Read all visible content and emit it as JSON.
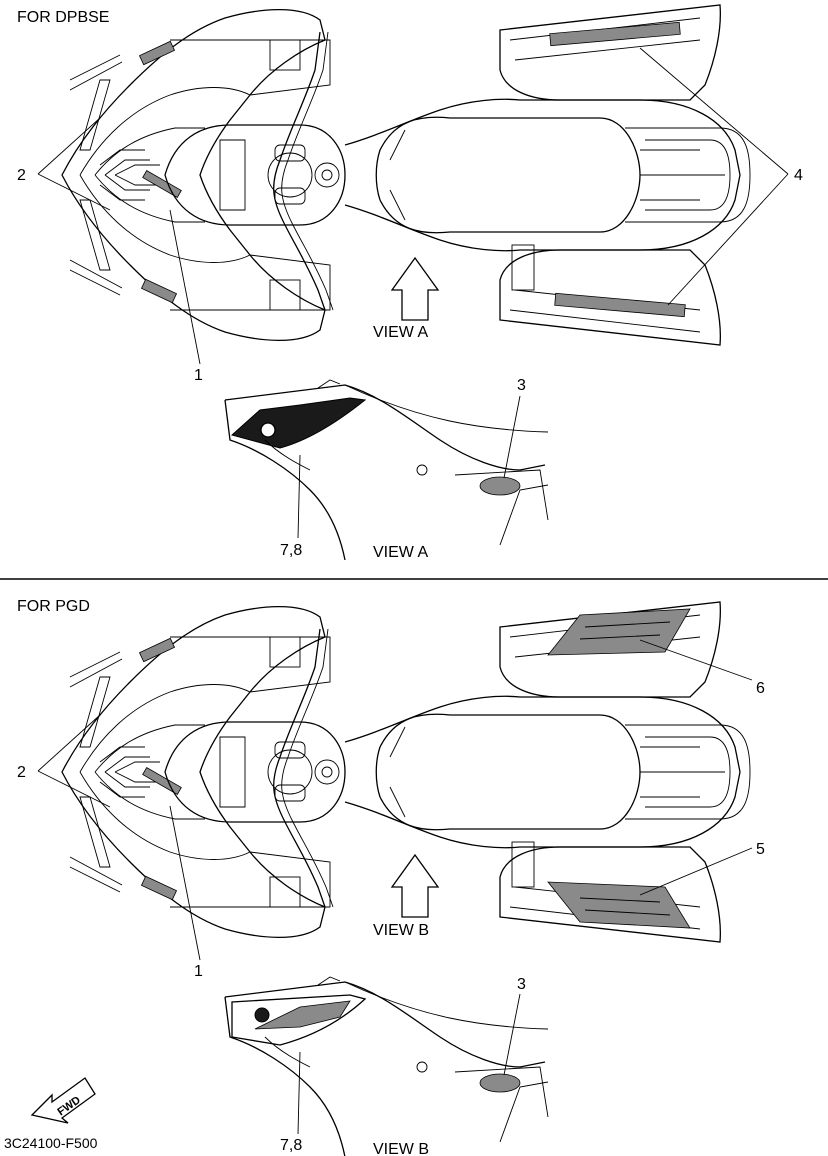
{
  "sections": [
    {
      "title": "FOR DPBSE",
      "view_label": "VIEW A",
      "detail_view_label": "VIEW A"
    },
    {
      "title": "FOR PGD",
      "view_label": "VIEW B",
      "detail_view_label": "VIEW B"
    }
  ],
  "callouts": {
    "one": "1",
    "two": "2",
    "three": "3",
    "four": "4",
    "five": "5",
    "six": "6",
    "seven_eight": "7,8"
  },
  "fwd_label": "FWD",
  "drawing_code": "3C24100-F500"
}
